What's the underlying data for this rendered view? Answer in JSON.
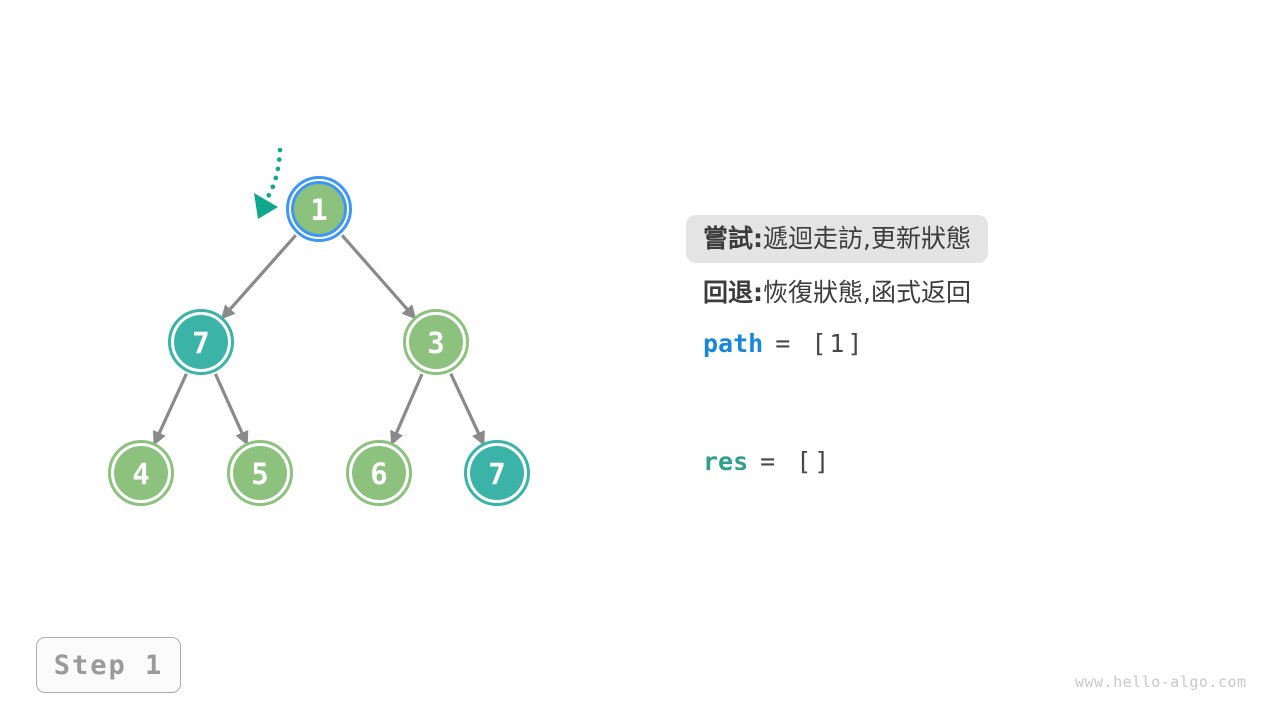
{
  "colors": {
    "node_green": "#8CC17E",
    "node_teal": "#3CB3A7",
    "active_ring_blue": "#3E97F2",
    "edge_gray": "#8A8A8A",
    "pointer_teal": "#10A78E",
    "note_box_bg": "#E4E4E4",
    "text_dark": "#3C3C3C",
    "code_value_gray": "#474747",
    "path_blue": "#1787D9",
    "res_teal": "#2F9E8C",
    "step_gray": "#9A9A9A",
    "watermark_gray": "#C9C9C9"
  },
  "tree": {
    "nodes": [
      {
        "value": "1",
        "color": "green",
        "active": true
      },
      {
        "value": "7",
        "color": "teal",
        "active": false
      },
      {
        "value": "3",
        "color": "green",
        "active": false
      },
      {
        "value": "4",
        "color": "green",
        "active": false
      },
      {
        "value": "5",
        "color": "green",
        "active": false
      },
      {
        "value": "6",
        "color": "green",
        "active": false
      },
      {
        "value": "7",
        "color": "teal",
        "active": false
      }
    ],
    "edges": [
      [
        0,
        1
      ],
      [
        0,
        2
      ],
      [
        1,
        3
      ],
      [
        1,
        4
      ],
      [
        2,
        5
      ],
      [
        2,
        6
      ]
    ]
  },
  "notes": {
    "try_label": "嘗試:",
    "try_text": "遞迴走訪,更新狀態",
    "back_label": "回退:",
    "back_text": "恢復狀態,函式返回"
  },
  "variables": {
    "path_name": "path",
    "path_rest": "= [1]",
    "res_name": "res",
    "res_rest": "= []"
  },
  "step_badge": "Step 1",
  "watermark": "www.hello-algo.com"
}
